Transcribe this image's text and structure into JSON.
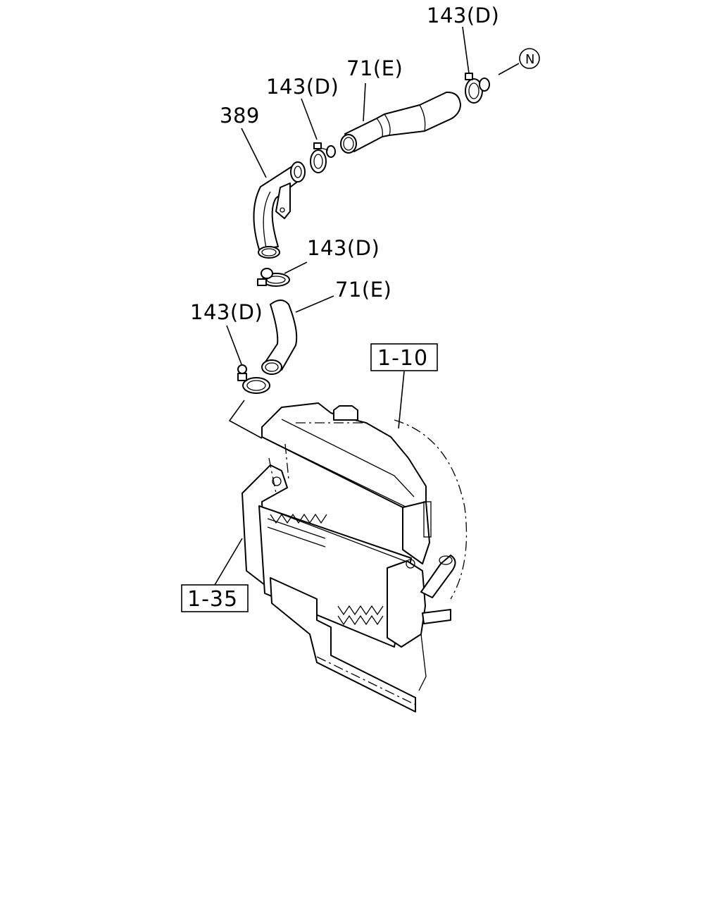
{
  "callouts": {
    "c143_top": "143(D)",
    "c71_upper": "71(E)",
    "c143_mid": "143(D)",
    "c389": "389",
    "c143_lowmid": "143(D)",
    "c71_lower": "71(E)",
    "c143_low": "143(D)",
    "note_n": "N"
  },
  "refs": {
    "ref_1_10": "1-10",
    "ref_1_35": "1-35"
  }
}
